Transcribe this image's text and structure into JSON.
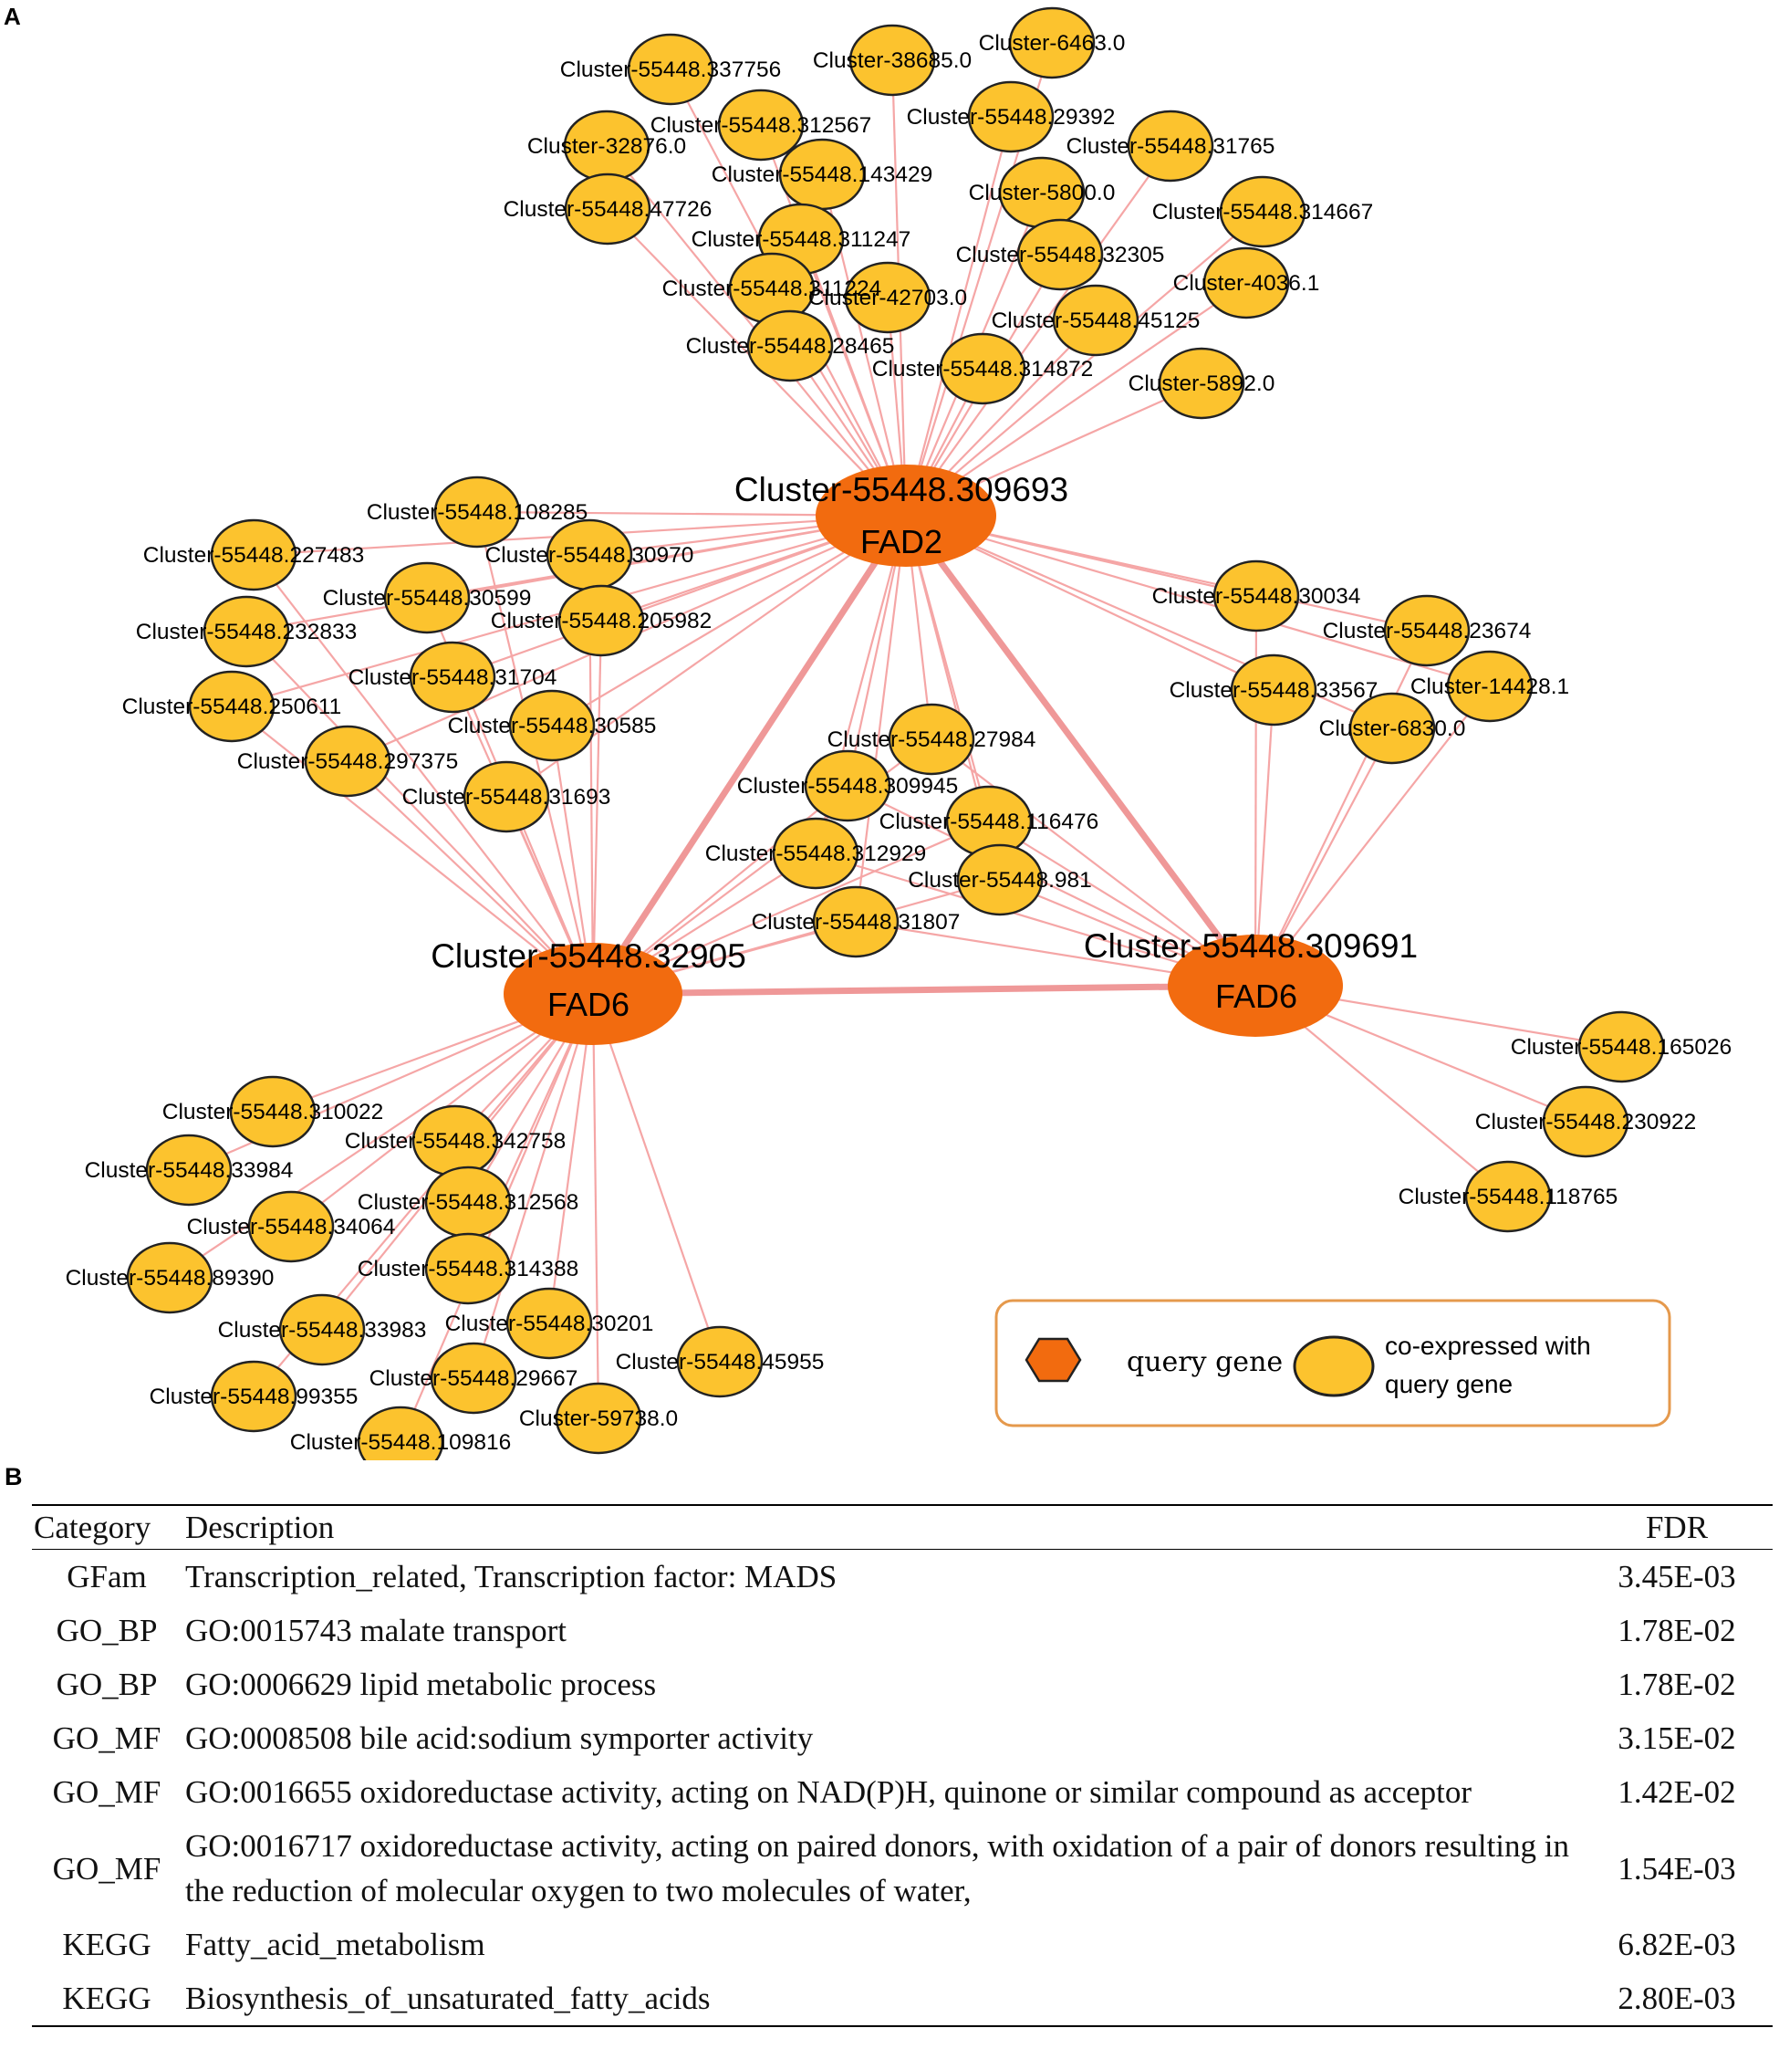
{
  "panel_a": {
    "letter": "A",
    "hubs": [
      {
        "id": "h1",
        "name": "Cluster-55448.309693",
        "gene": "FAD2"
      },
      {
        "id": "h2",
        "name": "Cluster-55448.32905",
        "gene": "FAD6"
      },
      {
        "id": "h3",
        "name": "Cluster-55448.309691",
        "gene": "FAD6"
      }
    ],
    "coexpressed_with_FAD2": [
      "Cluster-55448.337756",
      "Cluster-38685.0",
      "Cluster-6463.0",
      "Cluster-55448.312567",
      "Cluster-55448.29392",
      "Cluster-32876.0",
      "Cluster-55448.31765",
      "Cluster-55448.143429",
      "Cluster-5800.0",
      "Cluster-55448.47726",
      "Cluster-55448.314667",
      "Cluster-55448.311247",
      "Cluster-55448.32305",
      "Cluster-55448.311224",
      "Cluster-42703.0",
      "Cluster-4036.1",
      "Cluster-55448.45125",
      "Cluster-55448.28465",
      "Cluster-55448.314872",
      "Cluster-5892.0"
    ],
    "coexpressed_with_FAD2_and_FAD6": [
      "Cluster-55448.108285",
      "Cluster-55448.227483",
      "Cluster-55448.30970",
      "Cluster-55448.30599",
      "Cluster-55448.205982",
      "Cluster-55448.232833",
      "Cluster-55448.31704",
      "Cluster-55448.250611",
      "Cluster-55448.30585",
      "Cluster-55448.297375",
      "Cluster-55448.31693"
    ],
    "coexpressed_with_all_three": [
      "Cluster-55448.27984",
      "Cluster-55448.309945",
      "Cluster-55448.116476",
      "Cluster-55448.312929",
      "Cluster-55448.981",
      "Cluster-55448.31807"
    ],
    "coexpressed_with_FAD2_and_309691": [
      "Cluster-55448.30034",
      "Cluster-55448.23674",
      "Cluster-55448.33567",
      "Cluster-14428.1",
      "Cluster-6830.0"
    ],
    "coexpressed_with_32905": [
      "Cluster-55448.310022",
      "Cluster-55448.342758",
      "Cluster-55448.33984",
      "Cluster-55448.312568",
      "Cluster-55448.34064",
      "Cluster-55448.89390",
      "Cluster-55448.314388",
      "Cluster-55448.33983",
      "Cluster-55448.30201",
      "Cluster-55448.45955",
      "Cluster-55448.29667",
      "Cluster-55448.99355",
      "Cluster-59738.0",
      "Cluster-55448.109816"
    ],
    "coexpressed_with_309691": [
      "Cluster-55448.165026",
      "Cluster-55448.230922",
      "Cluster-55448.118765"
    ],
    "legend": {
      "query_label": "query gene",
      "coexp_label_line1": "co-expressed with",
      "coexp_label_line2": "query gene"
    },
    "colors": {
      "hub_fill": "#f26b0f",
      "node_fill": "#fcc32e",
      "node_stroke": "#222222",
      "edge": "#f5a6a6",
      "legend_border": "#e5994c"
    }
  },
  "panel_b": {
    "letter": "B",
    "headers": {
      "category": "Category",
      "description": "Description",
      "fdr": "FDR"
    },
    "rows": [
      {
        "category": "GFam",
        "description": "Transcription_related, Transcription factor: MADS",
        "fdr": "3.45E-03"
      },
      {
        "category": "GO_BP",
        "description": "GO:0015743 malate transport",
        "fdr": "1.78E-02"
      },
      {
        "category": "GO_BP",
        "description": "GO:0006629 lipid metabolic process",
        "fdr": "1.78E-02"
      },
      {
        "category": "GO_MF",
        "description": "GO:0008508 bile acid:sodium symporter activity",
        "fdr": "3.15E-02"
      },
      {
        "category": "GO_MF",
        "description": "GO:0016655 oxidoreductase activity, acting on NAD(P)H, quinone or similar compound as acceptor",
        "fdr": "1.42E-02"
      },
      {
        "category": "GO_MF",
        "description": "GO:0016717 oxidoreductase activity, acting on paired donors, with oxidation of a pair of donors resulting in the reduction of molecular oxygen to two molecules of water,",
        "fdr": "1.54E-03"
      },
      {
        "category": "KEGG",
        "description": "Fatty_acid_metabolism",
        "fdr": "6.82E-03"
      },
      {
        "category": "KEGG",
        "description": "Biosynthesis_of_unsaturated_fatty_acids",
        "fdr": "2.80E-03"
      }
    ]
  }
}
